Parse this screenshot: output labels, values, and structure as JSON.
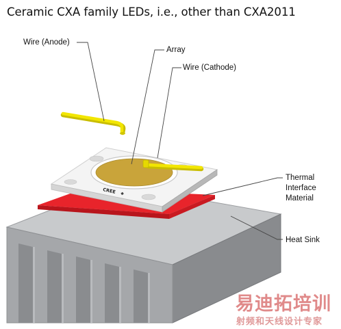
{
  "title": "Ceramic CXA family LEDs, i.e., other than CXA2011",
  "callouts": {
    "anode": "Wire (Anode)",
    "array": "Array",
    "cathode": "Wire (Cathode)",
    "thermal": "Thermal Interface Material",
    "heat_sink": "Heat Sink"
  },
  "substrate_mark": "CREE",
  "watermark": {
    "main": "易迪拓培训",
    "sub": "射频和天线设计专家"
  },
  "colors": {
    "heat_sink": "#a7a9ac",
    "thermal_interface": "#e8242b",
    "wire": "#f2e600",
    "substrate": "#f4f4f4",
    "array": "#c9a43a"
  }
}
